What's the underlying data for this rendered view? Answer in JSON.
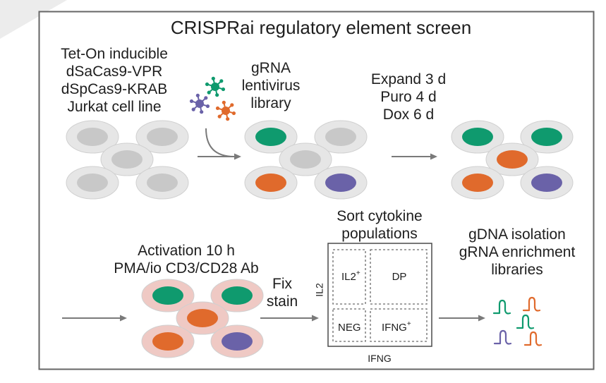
{
  "title": "CRISPRai regulatory element screen",
  "cell_line": {
    "lines": [
      "Tet-On inducible",
      "dSaCas9-VPR",
      "dSpCas9-KRAB",
      "Jurkat cell line"
    ]
  },
  "library": {
    "lines": [
      "gRNA",
      "lentivirus",
      "library"
    ]
  },
  "culture": {
    "lines": [
      "Expand 3 d",
      "Puro 4 d",
      "Dox 6 d"
    ]
  },
  "activation": {
    "lines": [
      "Activation 10 h",
      "PMA/io CD3/CD28 Ab"
    ]
  },
  "fix_stain": {
    "lines": [
      "Fix",
      "stain"
    ]
  },
  "sort": {
    "lines": [
      "Sort cytokine",
      "populations"
    ],
    "y_axis": "IL2",
    "x_axis": "IFNG",
    "gates": {
      "il2": "IL2",
      "il2_sup": "+",
      "dp": "DP",
      "neg": "NEG",
      "ifng": "IFNG",
      "ifng_sup": "+"
    }
  },
  "sequencing": {
    "lines": [
      "gDNA isolation",
      "gRNA enrichment",
      "libraries"
    ]
  },
  "colors": {
    "green": "#0f9a6e",
    "orange": "#e06a2c",
    "purple": "#6a62a8",
    "cell_grey": "#e6e6e6",
    "nucleus_grey": "#c8c8c8",
    "activated_cell": "#efc9c4",
    "arrow": "#7a7a7a",
    "frame": "#666666"
  }
}
